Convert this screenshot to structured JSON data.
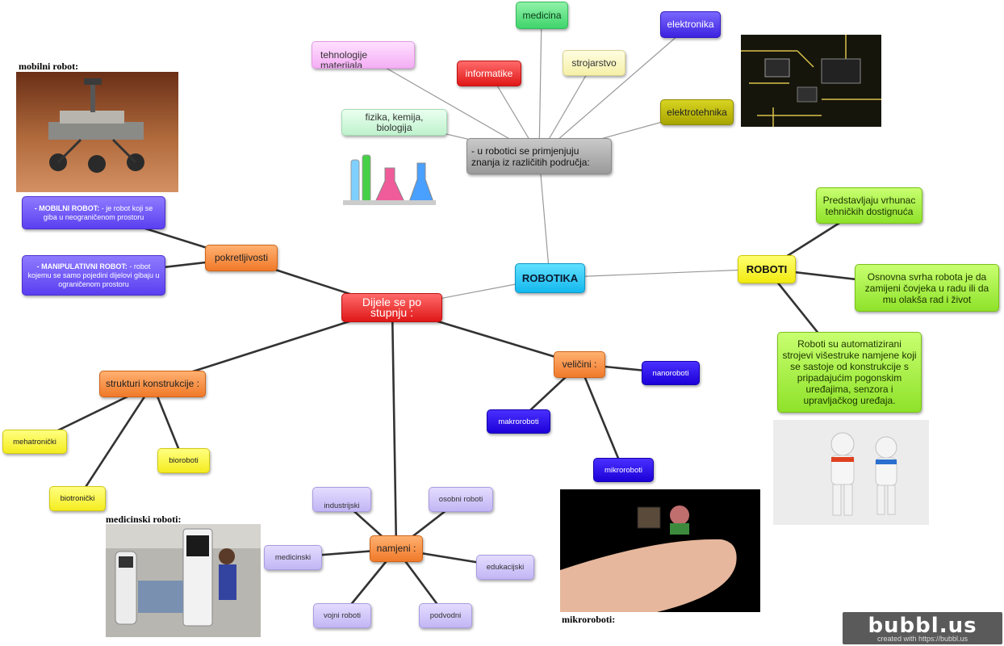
{
  "center": "ROBOTIKA",
  "areas": {
    "intro": "- u robotici se primjenjuju znanja iz različitih područja:",
    "items": [
      "tehnologije materijala",
      "informatike",
      "medicina",
      "strojarstvo",
      "elektronika",
      "elektrotehnika",
      "fizika, kemija, biologija"
    ]
  },
  "roboti": {
    "title": "ROBOTI",
    "items": [
      "Predstavljaju vrhunac tehničkih dostignuća",
      "Osnovna svrha robota je da zamijeni čovjeka u radu ili da mu olakša rad i život",
      "Roboti su automatizirani strojevi višestruke namjene koji se sastoje od konstrukcije s pripadajućim pogonskim uređajima, senzora i upravljačkog uređaja."
    ]
  },
  "dijele": {
    "title": "Dijele se po stupnju :",
    "pokretljivosti": {
      "label": "pokretljivosti",
      "mobilni_bold": "- MOBILNI ROBOT:",
      "mobilni_text": " - je robot koji se giba u neograničenom prostoru",
      "manip_bold": "- MANIPULATIVNI ROBOT:",
      "manip_text": " - robot kojemu se samo pojedini dijelovi gibaju u ograničenom prostoru"
    },
    "strukturi": {
      "label": "strukturi konstrukcije :",
      "items": [
        "mehatronički",
        "bioroboti",
        "biotronički"
      ]
    },
    "velicini": {
      "label": "veličini :",
      "items": [
        "nanoroboti",
        "makroroboti",
        "mikroroboti"
      ]
    },
    "namjeni": {
      "label": "namjeni :",
      "items": [
        "industrijski",
        "osobni roboti",
        "medicinski",
        "edukacijski",
        "vojni roboti",
        "podvodni"
      ]
    }
  },
  "captions": {
    "mobilni": "mobilni robot:",
    "medicinski": "medicinski roboti:",
    "mikroroboti": "mikroroboti:"
  },
  "logo": {
    "text": "bubbl.us",
    "sub": "created with https://bubbl.us"
  }
}
